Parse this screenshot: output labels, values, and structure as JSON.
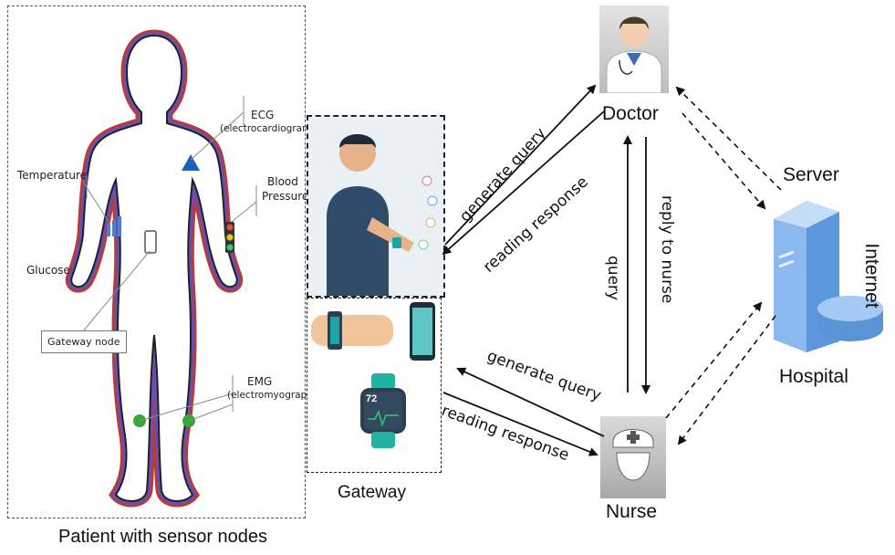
{
  "patient": {
    "caption": "Patient with sensor nodes",
    "sensors": {
      "ecg": "ECG",
      "ecg_full": "(electrocardiogram)",
      "temperature": "Temperature",
      "blood": "Blood",
      "pressure": "Pressure",
      "glucose": "Glucose",
      "gateway_node": "Gateway node",
      "emg": "EMG",
      "emg_full": "(electromyography)"
    }
  },
  "gateway": {
    "label": "Gateway",
    "watch_reading": "72"
  },
  "doctor": {
    "label": "Doctor"
  },
  "nurse": {
    "label": "Nurse"
  },
  "server": {
    "label": "Server",
    "hospital": "Hospital",
    "internet": "Internet"
  },
  "edges": {
    "doctor_generate_query": "generate query",
    "doctor_reading_response": "reading response",
    "nurse_generate_query": "generate query",
    "nurse_reading_response": "reading response",
    "query": "query",
    "reply_to_nurse": "reply to nurse"
  },
  "colors": {
    "ecg_marker": "#1f5fbf",
    "emg_marker": "#3aa63a",
    "body_outline_outer": "#6a4fb0",
    "body_outline_inner": "#d9534f",
    "server_blue": "#6fa8e8"
  }
}
